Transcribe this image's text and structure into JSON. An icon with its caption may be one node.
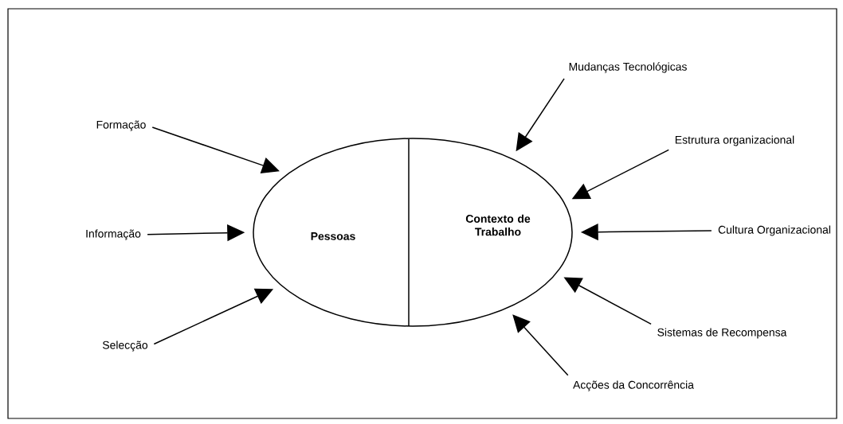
{
  "diagram": {
    "nodes": [
      {
        "text": [
          "Pessoas",
          "Contexto de Trabalho"
        ]
      },
      {
        "text": [
          "Formação"
        ]
      },
      {
        "text": [
          "Informação"
        ]
      },
      {
        "text": [
          "Selecção"
        ]
      },
      {
        "text": [
          "Mudanças Tecnológicas"
        ]
      },
      {
        "text": [
          "Estrutura organizacional"
        ]
      },
      {
        "text": [
          "Cultura Organizacional"
        ]
      },
      {
        "text": [
          "Sistemas de Recompensa"
        ]
      },
      {
        "text": [
          "Acções da Concorrência"
        ]
      }
    ],
    "edges": [
      {
        "from": 1,
        "to": 0,
        "arrow": "to"
      },
      {
        "from": 2,
        "to": 0,
        "arrow": "to"
      },
      {
        "from": 3,
        "to": 0,
        "arrow": "to"
      },
      {
        "from": 4,
        "to": 0,
        "arrow": "to"
      },
      {
        "from": 5,
        "to": 0,
        "arrow": "to"
      },
      {
        "from": 6,
        "to": 0,
        "arrow": "to"
      },
      {
        "from": 7,
        "to": 0,
        "arrow": "to"
      },
      {
        "from": 8,
        "to": 0,
        "arrow": "to"
      }
    ]
  }
}
